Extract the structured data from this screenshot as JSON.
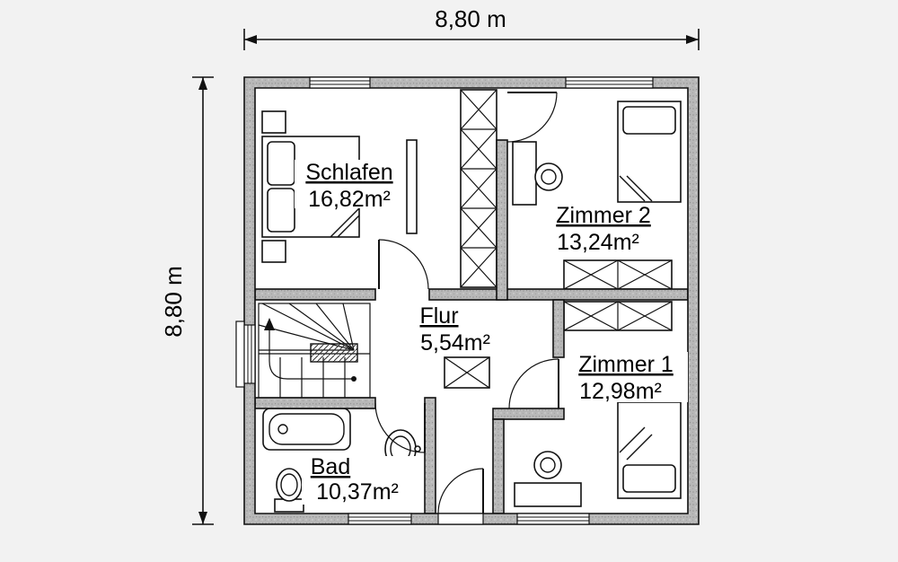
{
  "plan": {
    "dimensions": {
      "top": "8,80 m",
      "left": "8,80 m"
    },
    "rooms": {
      "schlafen": {
        "name": "Schlafen",
        "area": "16,82m²"
      },
      "zimmer2": {
        "name": "Zimmer 2",
        "area": "13,24m²"
      },
      "flur": {
        "name": "Flur",
        "area": "5,54m²"
      },
      "zimmer1": {
        "name": "Zimmer 1",
        "area": "12,98m²"
      },
      "bad": {
        "name": "Bad",
        "area": "10,37m²"
      }
    },
    "symbols": [
      "double-bed",
      "single-bed",
      "desk",
      "chair",
      "wardrobe",
      "closet",
      "bathtub",
      "toilet",
      "sink",
      "stairs",
      "door",
      "window"
    ],
    "colors": {
      "wall": "#b8b8b8",
      "background": "#f2f2f2",
      "line": "#111111",
      "floor": "#ffffff"
    }
  }
}
